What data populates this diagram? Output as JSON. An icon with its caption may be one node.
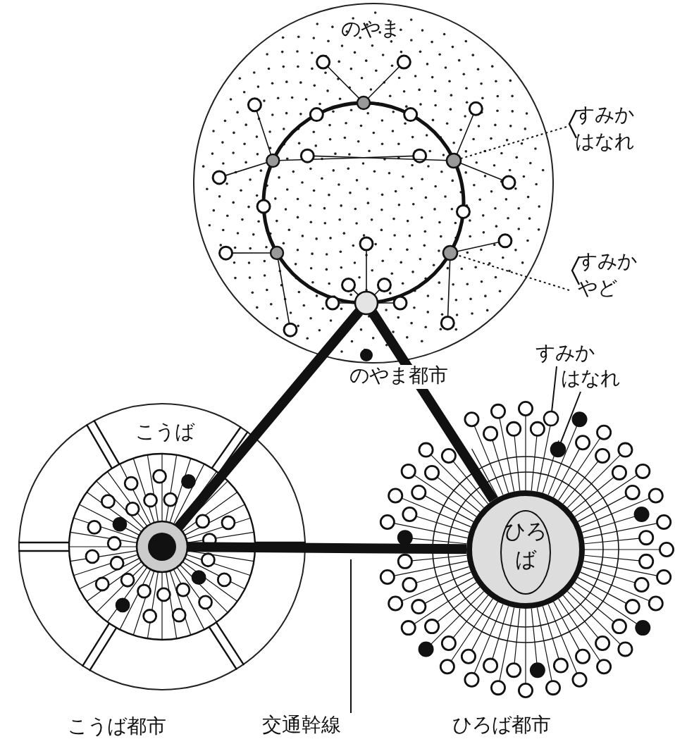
{
  "diagram": {
    "nodes": [
      {
        "text": [
          "のやま",
          "のやま都市"
        ]
      },
      {
        "text": [],
        "shape": "circle",
        "in": 0
      },
      {
        "text": [
          "こうば",
          "こうば都市"
        ]
      },
      {
        "text": [],
        "shape": "circle",
        "in": 2
      },
      {
        "text": [
          "ひろば都市"
        ]
      },
      {
        "text": [
          "ひろば"
        ],
        "in": 4
      },
      {
        "text": [
          "すみか",
          "はなれ"
        ]
      },
      {
        "text": [
          "すみか",
          "やど"
        ]
      },
      {
        "text": [
          "すみか"
        ]
      },
      {
        "text": [
          "はなれ"
        ]
      },
      {
        "text": [
          "交通幹線"
        ]
      },
      {
        "text": [],
        "shape": "circle",
        "in": 0
      },
      {
        "text": [],
        "shape": "circle",
        "in": 0
      },
      {
        "text": [],
        "shape": "circle",
        "in": 4
      },
      {
        "text": [],
        "shape": "circle",
        "in": 4
      }
    ],
    "edges": [
      {
        "from": 1,
        "to": 3,
        "arrow": "none",
        "style": "thick"
      },
      {
        "from": 1,
        "to": 5,
        "arrow": "none",
        "style": "thick"
      },
      {
        "from": 3,
        "to": 5,
        "arrow": "none",
        "style": "thick"
      },
      {
        "from": 6,
        "to": 11,
        "arrow": "none",
        "style": "dashed"
      },
      {
        "from": 7,
        "to": 12,
        "arrow": "none",
        "style": "dashed"
      },
      {
        "from": 8,
        "to": 13,
        "arrow": "none"
      },
      {
        "from": 9,
        "to": 14,
        "arrow": "none"
      },
      {
        "from": 10,
        "to": null,
        "arrow": "none"
      }
    ]
  }
}
